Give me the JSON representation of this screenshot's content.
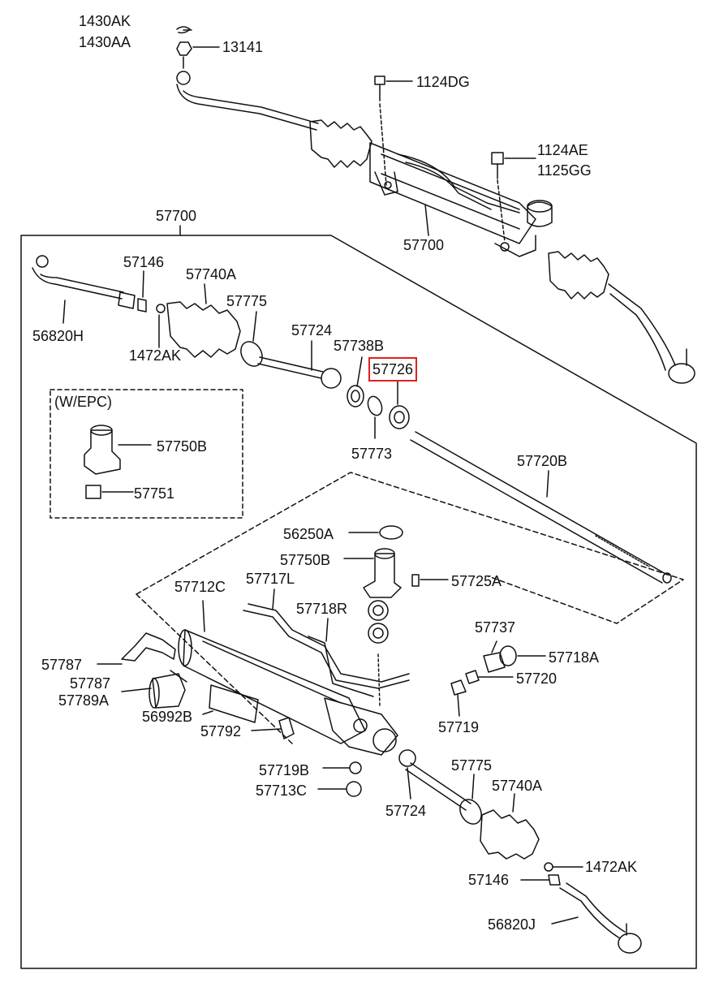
{
  "colors": {
    "line": "#111111",
    "highlight": "#e02020",
    "background": "#ffffff"
  },
  "labels": {
    "l_1430ak": "1430AK",
    "l_1430aa": "1430AA",
    "l_13141": "13141",
    "l_1124dg": "1124DG",
    "l_1124ae": "1124AE",
    "l_1125gg": "1125GG",
    "l_57700_top": "57700",
    "l_57700_asm": "57700",
    "l_57146_a": "57146",
    "l_57740a_a": "57740A",
    "l_57775_a": "57775",
    "l_56820h": "56820H",
    "l_1472ak_a": "1472AK",
    "l_57724_a": "57724",
    "l_57738b": "57738B",
    "l_57726": "57726",
    "l_wepc": "(W/EPC)",
    "l_57750b_a": "57750B",
    "l_57751": "57751",
    "l_57773": "57773",
    "l_57720b": "57720B",
    "l_56250a": "56250A",
    "l_57750b_b": "57750B",
    "l_57725a": "57725A",
    "l_57712c": "57712C",
    "l_57717l": "57717L",
    "l_57718r": "57718R",
    "l_57737": "57737",
    "l_57718a": "57718A",
    "l_57787_a": "57787",
    "l_57787_b": "57787",
    "l_57789a": "57789A",
    "l_57720": "57720",
    "l_56992b": "56992B",
    "l_57792": "57792",
    "l_57719": "57719",
    "l_57719b": "57719B",
    "l_57713c": "57713C",
    "l_57775_b": "57775",
    "l_57740a_b": "57740A",
    "l_57724_b": "57724",
    "l_1472ak_b": "1472AK",
    "l_57146_b": "57146",
    "l_56820j": "56820J"
  }
}
